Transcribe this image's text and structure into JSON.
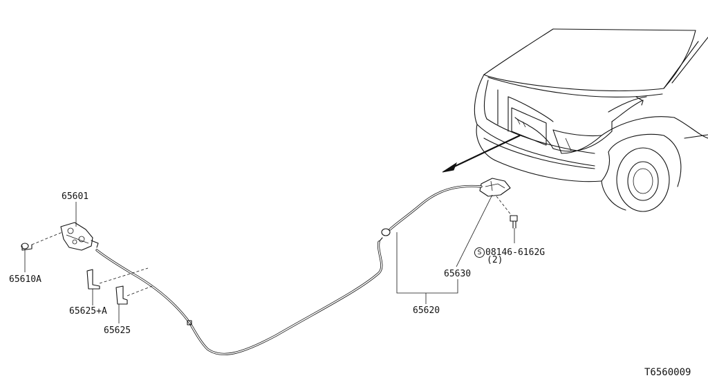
{
  "diagram": {
    "figure_code": "T6560009",
    "parts": {
      "hood_lock": "65601",
      "lock_bolt": "65610A",
      "clip_a": "65625+A",
      "clip": "65625",
      "cable_assembly": "65620",
      "release_handle": "65630",
      "bolt_code": "08146-6162G",
      "bolt_qty": "(2)",
      "bolt_prefix_symbol": "S"
    }
  }
}
